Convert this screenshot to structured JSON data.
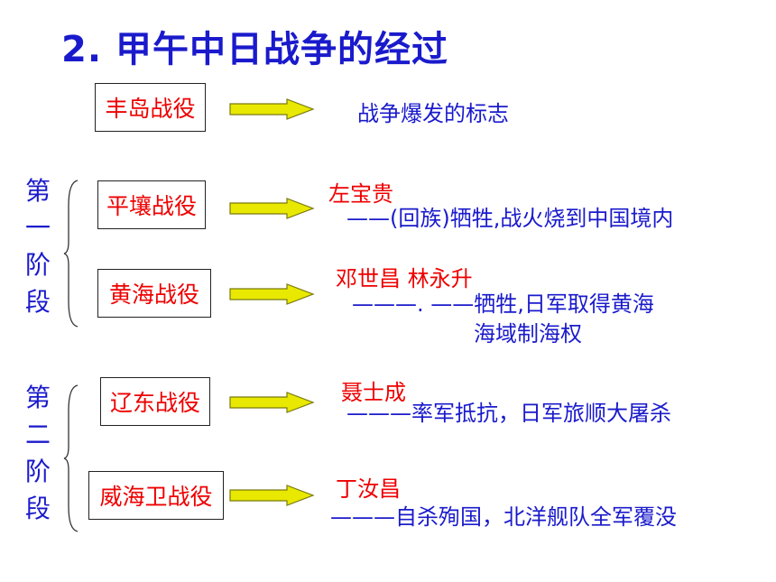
{
  "title": "2.  甲午中日战争的经过",
  "stage_one": [
    "第",
    "一",
    "阶",
    "段"
  ],
  "stage_two": [
    "第",
    "二",
    "阶",
    "段"
  ],
  "battles": [
    {
      "name": "丰岛战役",
      "person": "",
      "desc_line1": "战争爆发的标志",
      "desc_line2": ""
    },
    {
      "name": "平壤战役",
      "person": "左宝贵",
      "desc_line1": "——(回族)牺牲,战火烧到中国境内",
      "desc_line2": ""
    },
    {
      "name": "黄海战役",
      "person": "邓世昌   林永升",
      "desc_line1": "———. ——牺牲,日军取得黄海",
      "desc_line2": "海域制海权"
    },
    {
      "name": "辽东战役",
      "person": "聂士成",
      "desc_line1": "———率军抵抗，日军旅顺大屠杀",
      "desc_line2": ""
    },
    {
      "name": "威海卫战役",
      "person": "丁汝昌",
      "desc_line1": "———自杀殉国，北洋舰队全军覆没",
      "desc_line2": ""
    }
  ],
  "colors": {
    "title": "#1a1acc",
    "battle_text": "#ee0000",
    "desc_text": "#1a1acc",
    "arrow_fill": "#e8e800",
    "arrow_stroke": "#7a7a10"
  }
}
